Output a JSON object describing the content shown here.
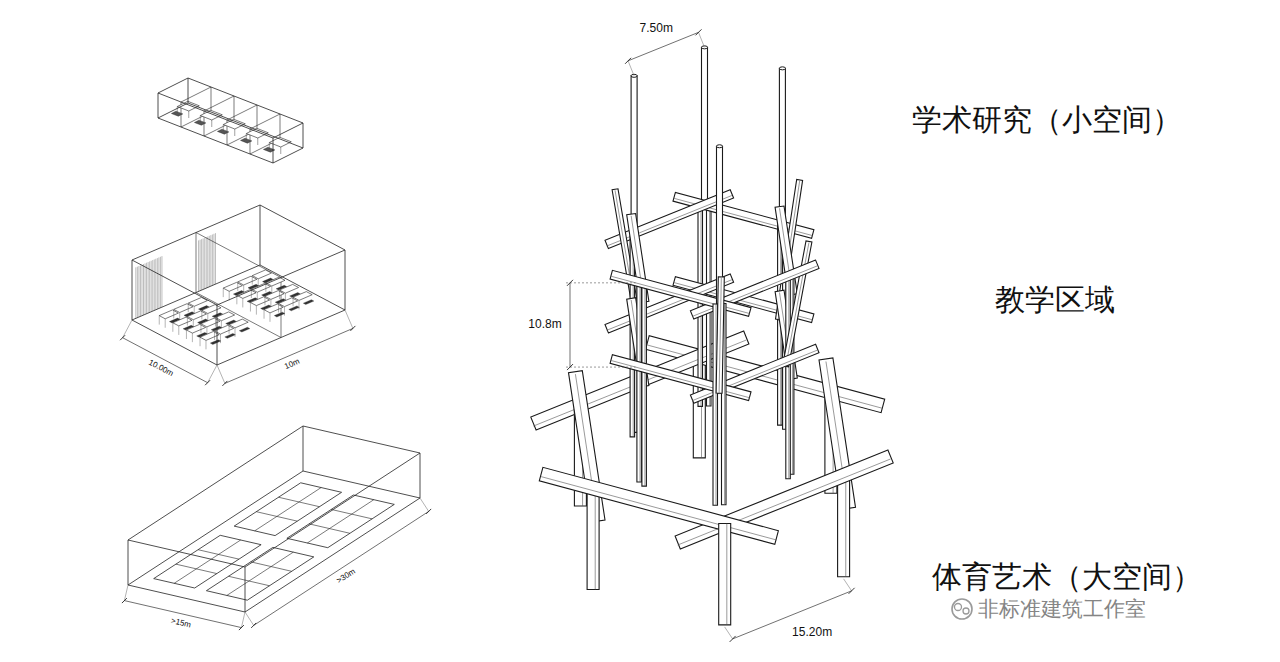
{
  "diagram": {
    "labels": [
      "7.50m",
      "学术研究（小空间）",
      "10.8m",
      "教学区域",
      "10.00m",
      "10m",
      ">30m",
      ">15m",
      "15.20m",
      "体育艺术（大空间）",
      "非标准建筑工作室"
    ]
  }
}
